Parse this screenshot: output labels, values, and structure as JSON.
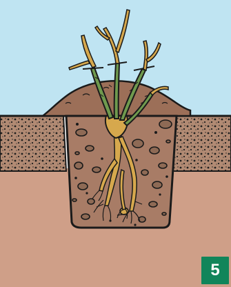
{
  "illustration": {
    "step_number": "5",
    "icons": [
      "rose-bush-icon",
      "planting-hole",
      "soil-mound",
      "ground-layer"
    ],
    "colors": {
      "sky": "#bfe4f2",
      "soil_cross_section": "#cf9f88",
      "ground_surface": "#8f6a55",
      "hole_fill": "#a87c66",
      "stones": "#8e6a55",
      "stem": "#6f9a4e",
      "roots": "#d6a84d",
      "outline": "#1a1a1a",
      "badge": "#11855a",
      "badge_text": "#ffffff"
    }
  }
}
